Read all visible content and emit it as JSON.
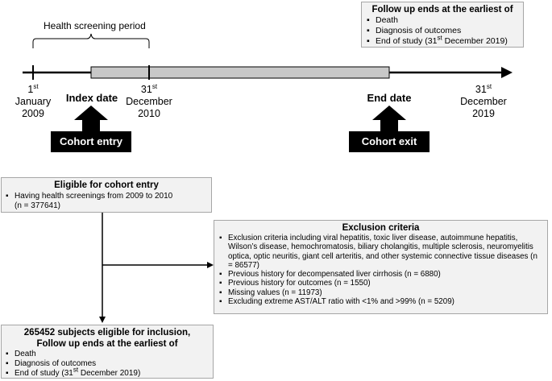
{
  "timeline": {
    "screening_label": "Health screening period",
    "start_label": {
      "sup": "st",
      "num": "1",
      "line2": "January",
      "line3": "2009"
    },
    "index_label": "Index date",
    "screen_end_label": {
      "sup": "st",
      "num": "31",
      "line2": "December",
      "line3": "2010"
    },
    "end_label": "End date",
    "study_end_label": {
      "sup": "st",
      "num": "31",
      "line2": "December",
      "line3": "2019"
    },
    "cohort_entry": "Cohort entry",
    "cohort_exit": "Cohort exit"
  },
  "followup_top": {
    "title": "Follow up ends at the earliest of",
    "items": [
      "Death",
      "Diagnosis of outcomes"
    ],
    "end_item": {
      "pre": "End of study (31",
      "sup": "st",
      "post": " December 2019)"
    }
  },
  "eligible": {
    "title": "Eligible for cohort entry",
    "item_line1": "Having health screenings from 2009 to 2010",
    "item_line2": "(n = 377641)"
  },
  "exclusion": {
    "title": "Exclusion criteria",
    "items": [
      "Exclusion criteria including viral hepatitis, toxic liver disease, autoimmune hepatitis, Wilson’s disease, hemochromatosis, biliary cholangitis, multiple sclerosis, neuromyelitis optica, optic neuritis, giant cell arteritis, and other systemic connective tissue diseases (n = 86577)",
      "Previous history for decompensated liver cirrhosis (n = 6880)",
      "Previous history for outcomes (n = 1550)",
      "Missing values (n = 11973)",
      "Excluding extreme AST/ALT ratio with <1% and >99% (n = 5209)"
    ]
  },
  "final": {
    "title_line1": "265452 subjects eligible for inclusion,",
    "title_line2": "Follow up ends at the earliest of",
    "items": [
      "Death",
      "Diagnosis of outcomes"
    ],
    "end_item": {
      "pre": "End of study (31",
      "sup": "st",
      "post": " December 2019)"
    }
  }
}
